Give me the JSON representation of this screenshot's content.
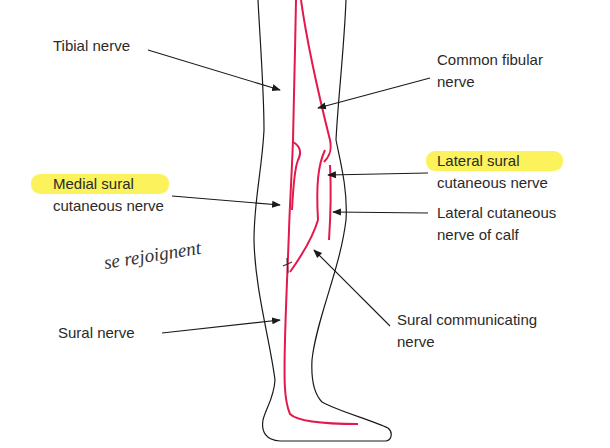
{
  "diagram": {
    "labels": [
      "Tibial nerve",
      "Common fibular nerve",
      "Medial sural cutaneous nerve",
      "Lateral sural cutaneous nerve",
      "Lateral cutaneous nerve of calf",
      "Sural communicating nerve",
      "Sural nerve",
      "se rejoignent"
    ]
  }
}
